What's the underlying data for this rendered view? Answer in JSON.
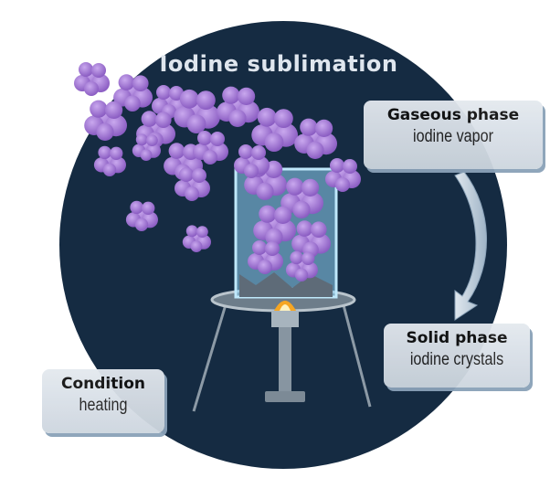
{
  "title": "Iodine sublimation",
  "gaseous": {
    "heading": "Gaseous phase",
    "sub": "iodine vapor"
  },
  "solid": {
    "heading": "Solid phase",
    "sub": "iodine crystals"
  },
  "condition": {
    "heading": "Condition",
    "sub": "heating"
  },
  "colors": {
    "background_circle": "#152b42",
    "vapor": "#9b6fcf",
    "beaker": "#8fd3f5",
    "card": "#dde4ea"
  }
}
